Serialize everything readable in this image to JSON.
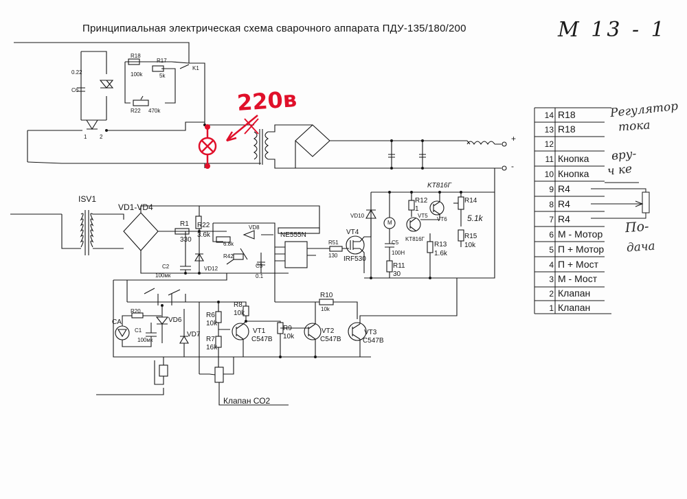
{
  "title": "Принципиальная электрическая схема сварочного аппарата ПДУ-135/180/200",
  "sheet_number": "М 13 - 1",
  "annotation": {
    "voltage": "220в",
    "mark": "X"
  },
  "components": {
    "c6": "C6",
    "c6_value": "0.22",
    "r18": "R18",
    "r18_value": "100k",
    "r17": "R17",
    "r17_value": "5k",
    "k1": "K1",
    "r22_top": "R22",
    "r22_top_value": "470k",
    "pin1": "1",
    "pin2": "2",
    "isv1": "ISV1",
    "vd1_vd4": "VD1-VD4",
    "r1": "R1",
    "r1_value": "330",
    "r22": "R22",
    "r22_value": "3.6k",
    "vd8": "VD8",
    "ne555": "NE555N",
    "r42": "R42",
    "r42_value": "6.8k",
    "c3": "C3",
    "c3_value": "0.1",
    "vd12": "VD12",
    "c2": "C2",
    "c2_value": "100мк",
    "r51": "R51",
    "r51_value": "130",
    "vt4": "VT4",
    "vt4_type": "IRF530",
    "vd10": "VD10",
    "motor": "M",
    "c5": "C5",
    "c5_value": "100Н",
    "r11": "R11",
    "r11_value": "30",
    "r12": "R12",
    "r12_value": "1",
    "kt816_top": "KT816Г",
    "vt5": "VT5",
    "kt816_bottom": "KT816Г",
    "vt6": "VT6",
    "r14": "R14",
    "r14_value": "5.1k",
    "r13": "R13",
    "r13_value": "1.6k",
    "r15": "R15",
    "r15_value": "10k",
    "ca": "CA",
    "r20": "R20",
    "c1": "C1",
    "c1_value": "100мк",
    "vd6": "VD6",
    "vd7": "VD7",
    "r8": "R8",
    "r8_value": "10k",
    "r6": "R6",
    "r6_value": "10k",
    "r7": "R7",
    "r7_value": "16k",
    "vt1": "VT1",
    "vt1_type": "C547B",
    "r9": "R9",
    "r9_value": "10k",
    "r10": "R10",
    "r10_value": "10k",
    "vt2": "VT2",
    "vt2_type": "C547B",
    "vt3": "VT3",
    "vt3_type": "C547B",
    "valve_co2": "Клапан СО2",
    "plus": "+",
    "minus": "-"
  },
  "terminal_table": [
    {
      "num": "14",
      "label": "R18"
    },
    {
      "num": "13",
      "label": "R18"
    },
    {
      "num": "12",
      "label": ""
    },
    {
      "num": "11",
      "label": "Кнопка"
    },
    {
      "num": "10",
      "label": "Кнопка"
    },
    {
      "num": "9",
      "label": "R4"
    },
    {
      "num": "8",
      "label": "R4"
    },
    {
      "num": "7",
      "label": "R4"
    },
    {
      "num": "6",
      "label": "М - Мотор"
    },
    {
      "num": "5",
      "label": "П + Мотор"
    },
    {
      "num": "4",
      "label": "П + Мост"
    },
    {
      "num": "3",
      "label": "М - Мост"
    },
    {
      "num": "2",
      "label": "Клапан"
    },
    {
      "num": "1",
      "label": "Клапан"
    }
  ],
  "handwritten_notes": {
    "regulator_1": "Регулятор",
    "regulator_2": "тока",
    "button_1": "вру-",
    "button_2": "ч ке",
    "feed_1": "По-",
    "feed_2": "дача"
  },
  "colors": {
    "ink": "#151515",
    "annotation": "#e0102a",
    "paper": "#fdfdfd"
  }
}
